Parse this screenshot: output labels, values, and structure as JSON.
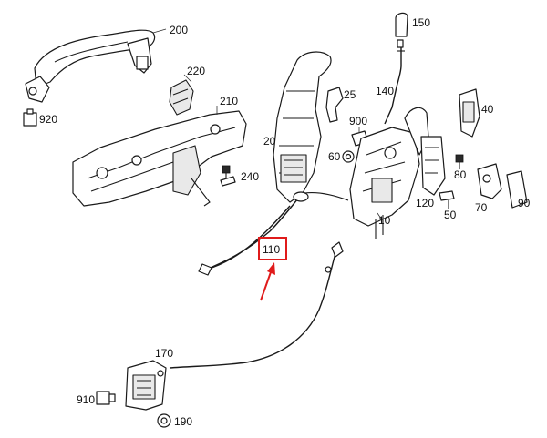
{
  "labels": {
    "p200": "200",
    "p220": "220",
    "p920": "920",
    "p210": "210",
    "p240": "240",
    "p150": "150",
    "p140": "140",
    "p25": "25",
    "p20": "20",
    "p900": "900",
    "p60": "60",
    "p40": "40",
    "p80": "80",
    "p120": "120",
    "p50": "50",
    "p70": "70",
    "p90": "90",
    "p10": "10",
    "p110": "110",
    "p170": "170",
    "p910": "910",
    "p190": "190"
  },
  "highlight": {
    "part": "110",
    "box_color": "#e01b1b",
    "arrow_color": "#e01b1b"
  }
}
